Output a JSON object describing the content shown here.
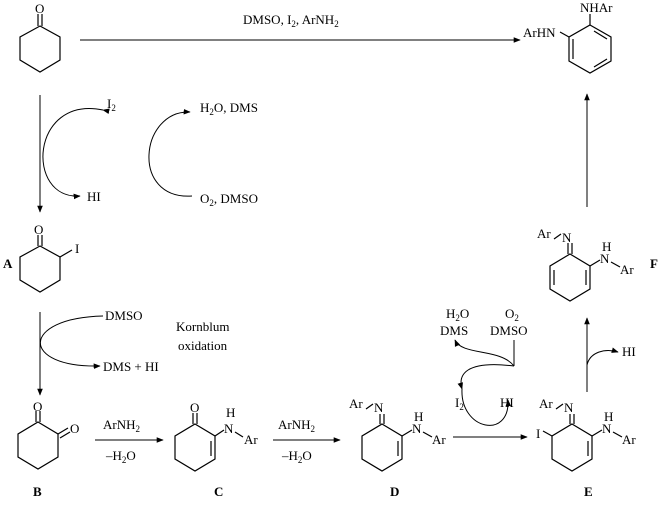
{
  "reagents": {
    "top": [
      "DMSO, I",
      "2",
      ", ArNH",
      "2"
    ],
    "i2": [
      "I",
      "2"
    ],
    "hi": "HI",
    "h2o_dms": [
      "H",
      "2",
      "O, DMS"
    ],
    "o2_dmso": [
      "O",
      "2",
      ", DMSO"
    ],
    "dmso": "DMSO",
    "dms_hi": "DMS + HI",
    "kornblum": [
      "Kornblum",
      "oxidation"
    ],
    "arnh2_1": [
      "ArNH",
      "2"
    ],
    "minus_h2o_1": [
      "–H",
      "2",
      "O"
    ],
    "arnh2_2": [
      "ArNH",
      "2"
    ],
    "minus_h2o_2": [
      "–H",
      "2",
      "O"
    ],
    "h2o_right": [
      "H",
      "2",
      "O"
    ],
    "dms_right": "DMS",
    "o2_right": [
      "O",
      "2"
    ],
    "dmso_right": "DMSO",
    "i2_right": [
      "I",
      "2"
    ],
    "hi_right": "HI",
    "hi_f": "HI"
  },
  "atoms": {
    "o": "O",
    "i": "I",
    "h": "H",
    "n": "N",
    "ar": "Ar",
    "ar_n": "Ar",
    "arhn": "ArHN",
    "nhar": "NHAr",
    "nar": "N",
    "ar_suffix": "Ar"
  },
  "labels": {
    "a": "A",
    "b": "B",
    "c": "C",
    "d": "D",
    "e": "E",
    "f": "F"
  }
}
